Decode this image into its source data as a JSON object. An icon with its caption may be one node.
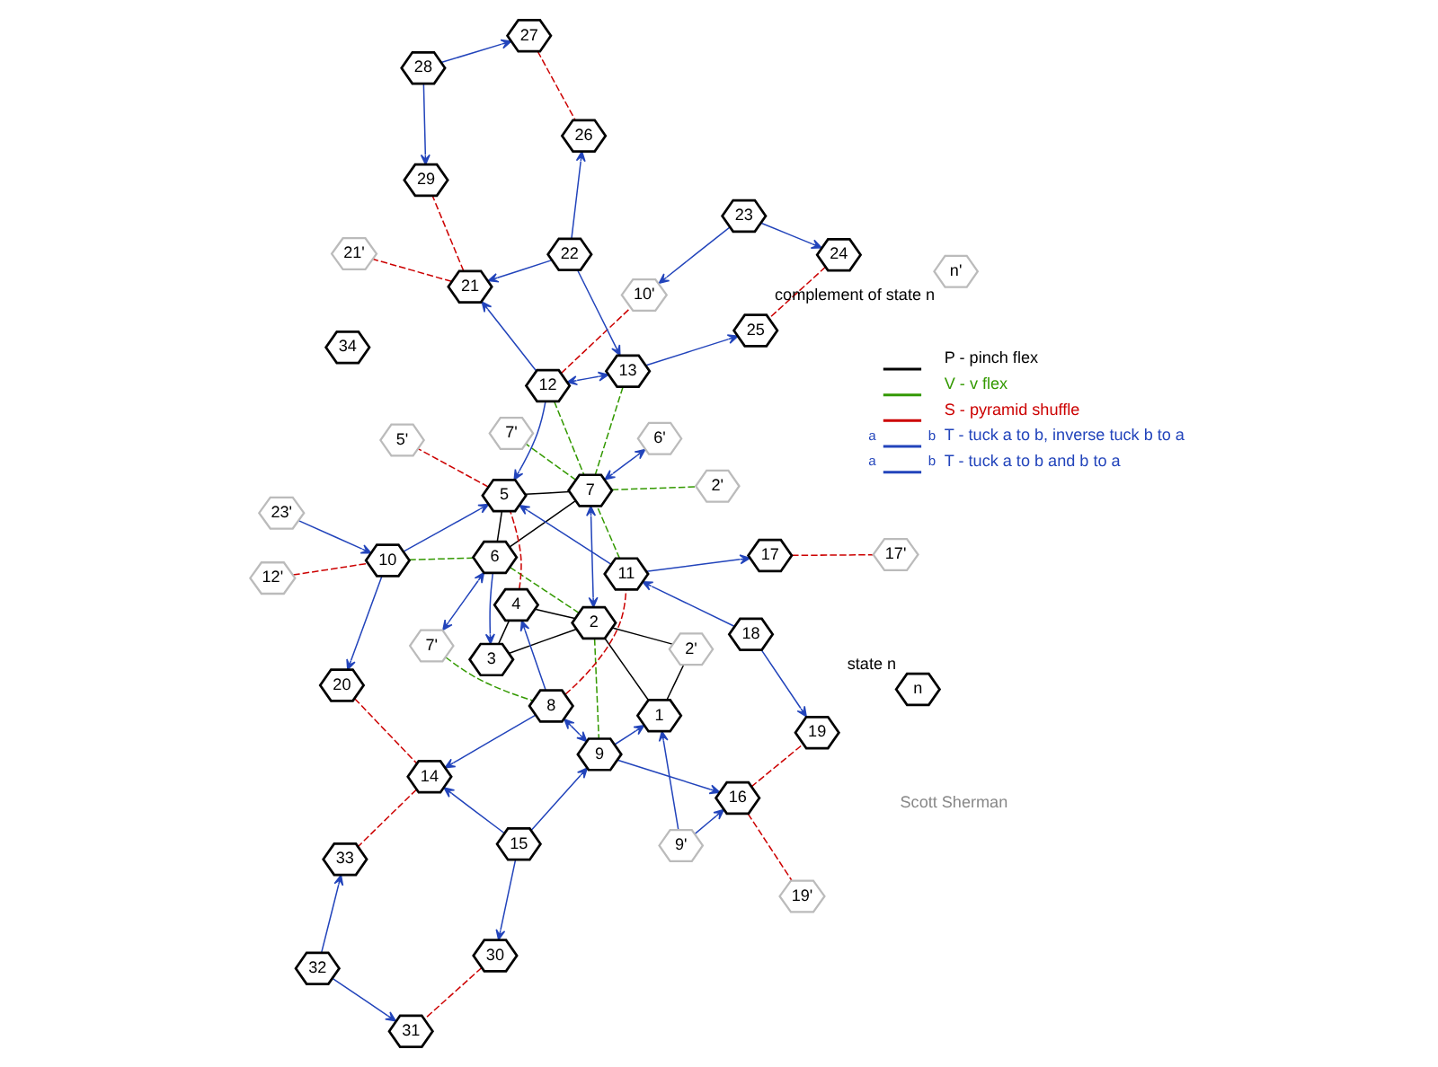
{
  "diagram": {
    "nodes": [
      {
        "text": [
          "6"
        ]
      },
      {
        "text": [
          "7'"
        ]
      },
      {
        "text": [
          "3"
        ]
      },
      {
        "text": [
          "4"
        ]
      },
      {
        "text": [
          "2"
        ]
      },
      {
        "text": [
          "2'"
        ]
      },
      {
        "text": [
          "12'"
        ]
      },
      {
        "text": [
          "8"
        ]
      },
      {
        "text": [
          "9"
        ]
      },
      {
        "text": [
          "1"
        ]
      },
      {
        "text": [
          "9'"
        ]
      },
      {
        "text": [
          "23'"
        ]
      },
      {
        "text": [
          "10"
        ]
      },
      {
        "text": [
          "20"
        ]
      },
      {
        "text": [
          "14"
        ]
      },
      {
        "text": [
          "15"
        ]
      },
      {
        "text": [
          "11"
        ]
      },
      {
        "text": [
          "33"
        ]
      },
      {
        "text": [
          "30"
        ]
      },
      {
        "text": [
          "16"
        ]
      },
      {
        "text": [
          "32"
        ]
      },
      {
        "text": [
          "31"
        ]
      },
      {
        "text": [
          "17"
        ]
      },
      {
        "text": [
          "18"
        ]
      },
      {
        "text": [
          "19"
        ]
      },
      {
        "text": [
          "19'"
        ]
      },
      {
        "text": [
          "17'"
        ]
      },
      {
        "text": [
          "6'"
        ]
      },
      {
        "text": [
          "5"
        ]
      },
      {
        "text": [
          "7"
        ]
      },
      {
        "text": [
          "2'"
        ]
      },
      {
        "text": [
          "5'"
        ]
      },
      {
        "text": [
          "7'"
        ]
      },
      {
        "text": [
          "12"
        ]
      },
      {
        "text": [
          "13"
        ]
      },
      {
        "text": [
          "34"
        ]
      },
      {
        "text": [
          "21"
        ]
      },
      {
        "text": [
          "22"
        ]
      },
      {
        "text": [
          "10'"
        ]
      },
      {
        "text": [
          "29"
        ]
      },
      {
        "text": [
          "21'"
        ]
      },
      {
        "text": [
          "26"
        ]
      },
      {
        "text": [
          "25"
        ]
      },
      {
        "text": [
          "28"
        ]
      },
      {
        "text": [
          "27"
        ]
      },
      {
        "text": [
          "23"
        ]
      },
      {
        "text": [
          "24"
        ]
      },
      {
        "text": [
          "n"
        ],
        "beside": [
          "state n"
        ]
      },
      {
        "text": [
          "n'"
        ],
        "beside": [
          "complement of state n"
        ]
      }
    ],
    "edges": [
      {
        "from": 0,
        "to": 28,
        "arrow": "none",
        "color": "#000000"
      },
      {
        "from": 0,
        "to": 29,
        "arrow": "none",
        "color": "#000000"
      },
      {
        "from": 28,
        "to": 29,
        "arrow": "none",
        "color": "#000000"
      },
      {
        "from": 2,
        "to": 3,
        "arrow": "none",
        "color": "#000000"
      },
      {
        "from": 2,
        "to": 4,
        "arrow": "none",
        "color": "#000000"
      },
      {
        "from": 3,
        "to": 4,
        "arrow": "none",
        "color": "#000000"
      },
      {
        "from": 4,
        "to": 5,
        "arrow": "none",
        "color": "#000000"
      },
      {
        "from": 4,
        "to": 9,
        "arrow": "none",
        "color": "#000000"
      },
      {
        "from": 9,
        "to": 5,
        "arrow": "none",
        "color": "#000000"
      },
      {
        "from": 0,
        "to": 12,
        "arrow": "none",
        "style": "dashed",
        "color": "#339900"
      },
      {
        "from": 0,
        "to": 4,
        "arrow": "none",
        "style": "dashed",
        "color": "#339900"
      },
      {
        "from": 4,
        "to": 8,
        "arrow": "none",
        "style": "dashed",
        "color": "#339900"
      },
      {
        "from": 1,
        "to": 7,
        "arrow": "none",
        "style": "dashed",
        "color": "#339900"
      },
      {
        "from": 16,
        "to": 29,
        "arrow": "none",
        "style": "dashed",
        "color": "#339900"
      },
      {
        "from": 33,
        "to": 29,
        "arrow": "none",
        "style": "dashed",
        "color": "#339900"
      },
      {
        "from": 34,
        "to": 29,
        "arrow": "none",
        "style": "dashed",
        "color": "#339900"
      },
      {
        "from": 29,
        "to": 30,
        "arrow": "none",
        "style": "dashed",
        "color": "#339900"
      },
      {
        "from": 29,
        "to": 32,
        "arrow": "none",
        "style": "dashed",
        "color": "#339900"
      },
      {
        "from": 6,
        "to": 12,
        "arrow": "none",
        "style": "dashed",
        "color": "#cc0000"
      },
      {
        "from": 3,
        "to": 28,
        "arrow": "none",
        "style": "dashed",
        "color": "#cc0000"
      },
      {
        "from": 7,
        "to": 16,
        "arrow": "none",
        "style": "dashed",
        "color": "#cc0000"
      },
      {
        "from": 13,
        "to": 14,
        "arrow": "none",
        "style": "dashed",
        "color": "#cc0000"
      },
      {
        "from": 14,
        "to": 17,
        "arrow": "none",
        "style": "dashed",
        "color": "#cc0000"
      },
      {
        "from": 18,
        "to": 21,
        "arrow": "none",
        "style": "dashed",
        "color": "#cc0000"
      },
      {
        "from": 19,
        "to": 24,
        "arrow": "none",
        "style": "dashed",
        "color": "#cc0000"
      },
      {
        "from": 19,
        "to": 25,
        "arrow": "none",
        "style": "dashed",
        "color": "#cc0000"
      },
      {
        "from": 22,
        "to": 26,
        "arrow": "none",
        "style": "dashed",
        "color": "#cc0000"
      },
      {
        "from": 28,
        "to": 31,
        "arrow": "none",
        "style": "dashed",
        "color": "#cc0000"
      },
      {
        "from": 33,
        "to": 38,
        "arrow": "none",
        "style": "dashed",
        "color": "#cc0000"
      },
      {
        "from": 36,
        "to": 39,
        "arrow": "none",
        "style": "dashed",
        "color": "#cc0000"
      },
      {
        "from": 36,
        "to": 40,
        "arrow": "none",
        "style": "dashed",
        "color": "#cc0000"
      },
      {
        "from": 44,
        "to": 41,
        "arrow": "none",
        "style": "dashed",
        "color": "#cc0000"
      },
      {
        "from": 46,
        "to": 42,
        "arrow": "none",
        "style": "dashed",
        "color": "#cc0000"
      },
      {
        "from": 0,
        "to": 2,
        "arrow": "to"
      },
      {
        "from": 0,
        "to": 1,
        "arrow": "both"
      },
      {
        "from": 7,
        "to": 3,
        "arrow": "to"
      },
      {
        "from": 7,
        "to": 8,
        "arrow": "both"
      },
      {
        "from": 7,
        "to": 14,
        "arrow": "to"
      },
      {
        "from": 8,
        "to": 9,
        "arrow": "to"
      },
      {
        "from": 10,
        "to": 9,
        "arrow": "to"
      },
      {
        "from": 15,
        "to": 8,
        "arrow": "to"
      },
      {
        "from": 15,
        "to": 14,
        "arrow": "to"
      },
      {
        "from": 15,
        "to": 18,
        "arrow": "to"
      },
      {
        "from": 8,
        "to": 19,
        "arrow": "to"
      },
      {
        "from": 10,
        "to": 19,
        "arrow": "to"
      },
      {
        "from": 4,
        "to": 29,
        "arrow": "both"
      },
      {
        "from": 27,
        "to": 29,
        "arrow": "both"
      },
      {
        "from": 11,
        "to": 12,
        "arrow": "to"
      },
      {
        "from": 12,
        "to": 13,
        "arrow": "to"
      },
      {
        "from": 12,
        "to": 28,
        "arrow": "to"
      },
      {
        "from": 16,
        "to": 28,
        "arrow": "to"
      },
      {
        "from": 16,
        "to": 22,
        "arrow": "to"
      },
      {
        "from": 23,
        "to": 16,
        "arrow": "to"
      },
      {
        "from": 23,
        "to": 24,
        "arrow": "to"
      },
      {
        "from": 20,
        "to": 21,
        "arrow": "to"
      },
      {
        "from": 20,
        "to": 17,
        "arrow": "to"
      },
      {
        "from": 33,
        "to": 28,
        "arrow": "to"
      },
      {
        "from": 33,
        "to": 34,
        "arrow": "both"
      },
      {
        "from": 33,
        "to": 36,
        "arrow": "to"
      },
      {
        "from": 37,
        "to": 36,
        "arrow": "to"
      },
      {
        "from": 37,
        "to": 34,
        "arrow": "to"
      },
      {
        "from": 37,
        "to": 41,
        "arrow": "to"
      },
      {
        "from": 34,
        "to": 42,
        "arrow": "to"
      },
      {
        "from": 43,
        "to": 39,
        "arrow": "to"
      },
      {
        "from": 43,
        "to": 44,
        "arrow": "to"
      },
      {
        "from": 45,
        "to": 38,
        "arrow": "to"
      },
      {
        "from": 45,
        "to": 46,
        "arrow": "to"
      }
    ],
    "labels": [
      "a",
      "b",
      "a",
      "b",
      "Scott Sherman"
    ],
    "legend": [
      {
        "text": "P - pinch flex"
      },
      {
        "text": "V - v flex"
      },
      {
        "text": "S - pyramid shuffle"
      },
      {
        "text": "T - tuck a to b, inverse tuck b to a"
      },
      {
        "text": "T - tuck a to b and b to a"
      }
    ]
  }
}
